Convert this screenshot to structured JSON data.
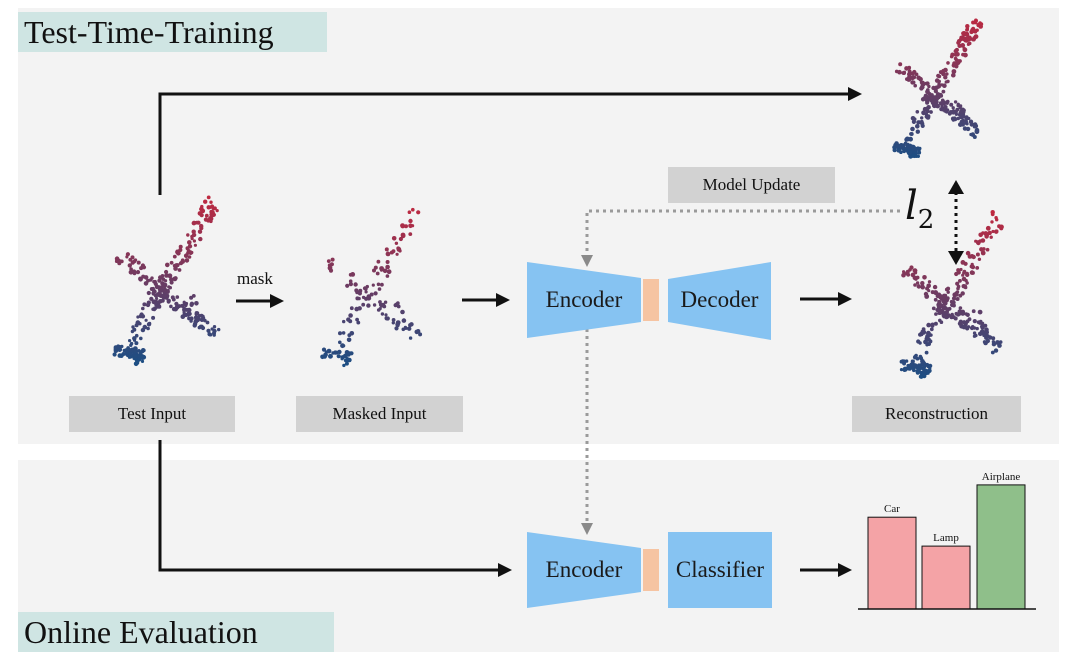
{
  "sections": {
    "test_time_training": "Test-Time-Training",
    "online_evaluation": "Online Evaluation"
  },
  "captions": {
    "test_input": "Test Input",
    "masked_input": "Masked Input",
    "reconstruction": "Reconstruction",
    "model_update": "Model Update"
  },
  "labels": {
    "mask": "mask",
    "encoder_top": "Encoder",
    "decoder": "Decoder",
    "encoder_bottom": "Encoder",
    "classifier": "Classifier",
    "l2_symbol": "l",
    "l2_subscript": "2"
  },
  "chart_data": {
    "type": "bar",
    "categories": [
      "Car",
      "Lamp",
      "Airplane"
    ],
    "values": [
      0.54,
      0.37,
      0.73
    ],
    "colors": [
      "#f4a3a6",
      "#f4a3a6",
      "#8fbf8a"
    ],
    "title": "",
    "xlabel": "",
    "ylabel": "",
    "ylim": [
      0,
      1
    ]
  },
  "colors": {
    "encoder_blue": "#86c3f2",
    "bottleneck": "#f6c4a2",
    "caption_gray": "#d2d2d2",
    "title_teal": "#cfe5e3",
    "panel_gray": "#f3f3f3"
  }
}
